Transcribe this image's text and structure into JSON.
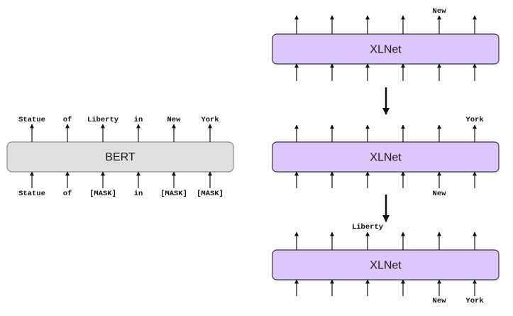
{
  "bert": {
    "label": "BERT",
    "fill": "#e0e0e0",
    "stroke": "#8a8a8a",
    "input_tokens": [
      "Statue",
      "of",
      "[MASK]",
      "in",
      "[MASK]",
      "[MASK]"
    ],
    "output_tokens": [
      "Statue",
      "of",
      "Liberty",
      "in",
      "New",
      "York"
    ]
  },
  "xlnet": {
    "fill": "#dcc6fb",
    "stroke": "#333333",
    "steps": [
      {
        "label": "XLNet",
        "input_tokens": [
          "",
          "",
          "",
          "",
          "",
          ""
        ],
        "output_tokens": [
          "",
          "",
          "",
          "",
          "New",
          ""
        ]
      },
      {
        "label": "XLNet",
        "input_tokens": [
          "",
          "",
          "",
          "",
          "New",
          ""
        ],
        "output_tokens": [
          "",
          "",
          "",
          "",
          "",
          "York"
        ]
      },
      {
        "label": "XLNet",
        "input_tokens": [
          "",
          "",
          "",
          "",
          "New",
          "York"
        ],
        "output_tokens": [
          "",
          "",
          "Liberty",
          "",
          "",
          ""
        ]
      }
    ]
  }
}
